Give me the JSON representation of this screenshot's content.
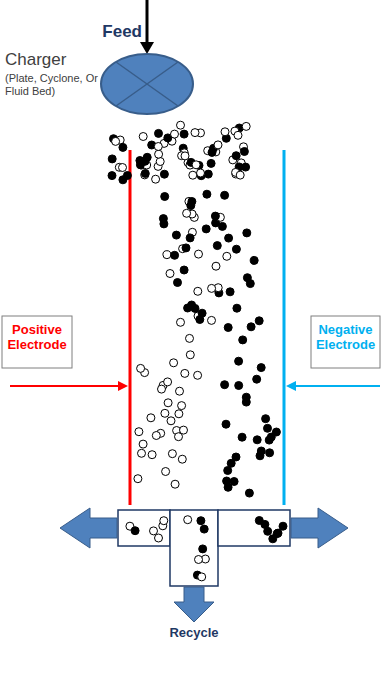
{
  "diagram": {
    "labels": [
      "Feed",
      "Charger",
      "(Plate, Cyclone, Or Fluid Bed)",
      "Positive Electrode",
      "Negative Electrode",
      "Recycle"
    ]
  }
}
